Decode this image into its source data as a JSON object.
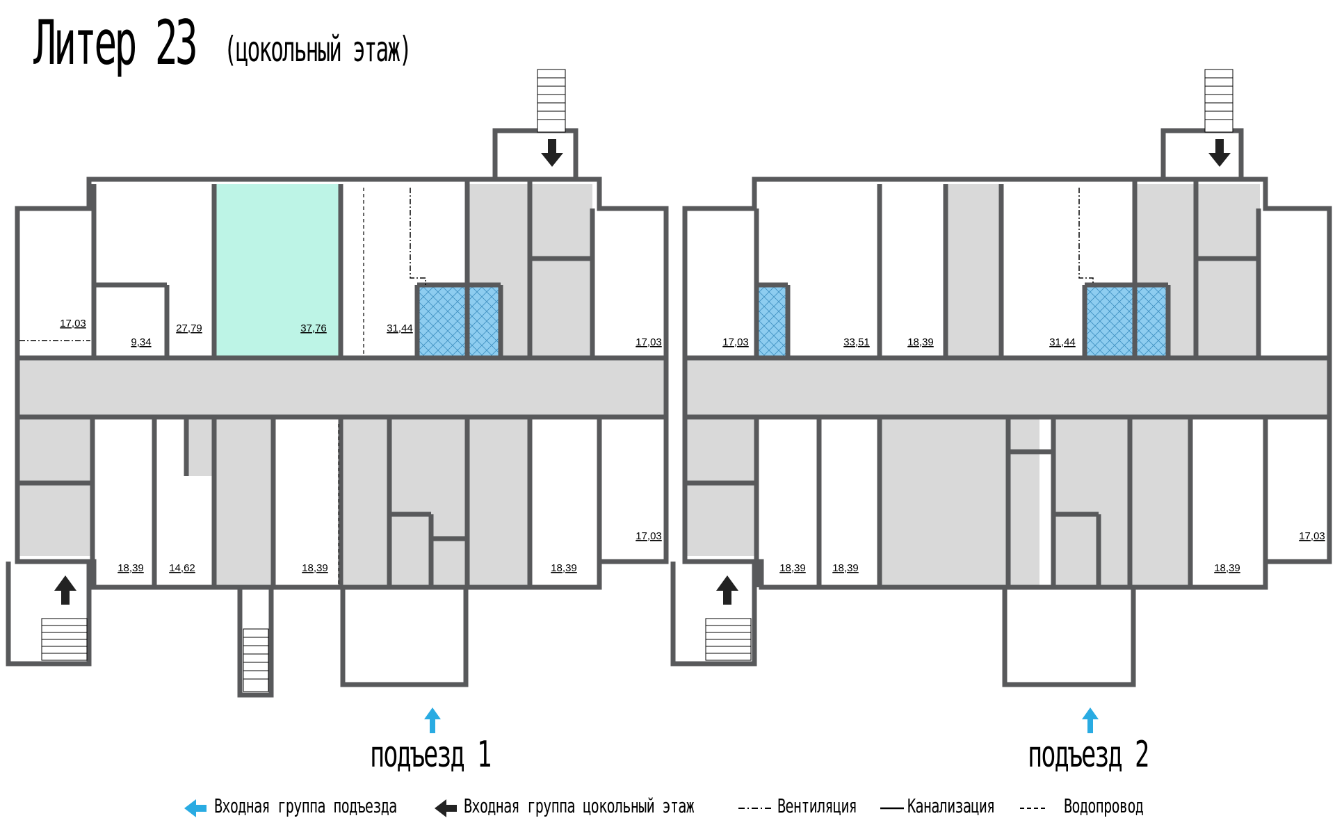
{
  "title": {
    "main": "Литер 23",
    "sub": "(цокольный этаж)"
  },
  "rooms": {
    "s1": [
      "17,03",
      "9,34",
      "27,79",
      "37,76",
      "31,44",
      "17,03",
      "18,39",
      "14,62",
      "18,39",
      "18,39",
      "17,03"
    ],
    "s2": [
      "17,03",
      "33,51",
      "18,39",
      "31,44",
      "18,39",
      "18,39",
      "18,39",
      "17,03"
    ]
  },
  "entrances": {
    "first": "подъезд 1",
    "second": "подъезд 2"
  },
  "legend": {
    "entrance_group_label": "Входная группа подъезда",
    "basement_group_label": "Входная группа цокольный этаж",
    "ventilation_label": "Вентиляция",
    "sewage_label": "Канализация",
    "water_label": "Водопровод",
    "entrance_color": "#29abe2",
    "basement_color": "#222222"
  },
  "colors": {
    "wall": "#58595b",
    "corridor": "#d9d9d9",
    "highlight_room": "#bdf4e6",
    "bathroom": "#8ecdf0"
  }
}
